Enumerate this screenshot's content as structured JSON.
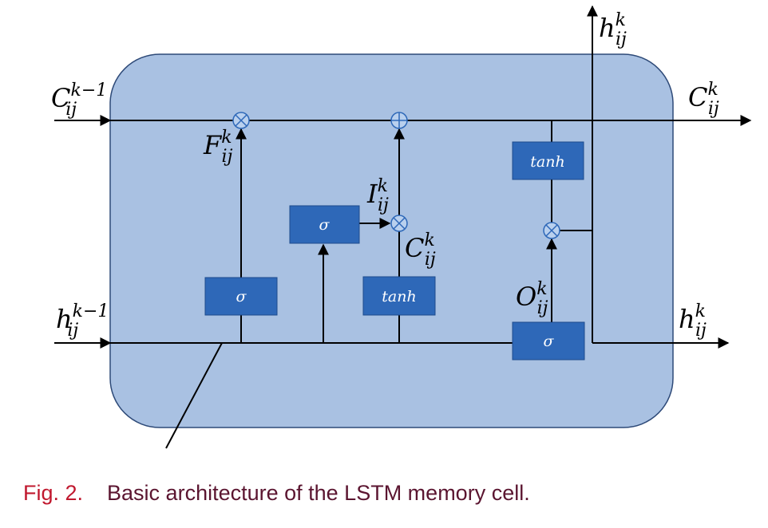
{
  "diagram": {
    "labels": {
      "c_prev": {
        "base": "C",
        "sup": "k−1",
        "sub": "ij"
      },
      "h_prev": {
        "base": "h",
        "sup": "k−1",
        "sub": "ij"
      },
      "c_out": {
        "base": "C",
        "sup": "k",
        "sub": "ij"
      },
      "h_out_top": {
        "base": "h",
        "sup": "k",
        "sub": "ij"
      },
      "h_out_right": {
        "base": "h",
        "sup": "k",
        "sub": "ij"
      },
      "forget": {
        "base": "F",
        "sup": "k",
        "sub": "ij"
      },
      "input": {
        "base": "I",
        "sup": "k",
        "sub": "ij"
      },
      "candidate": {
        "base": "C",
        "sup": "k",
        "sub": "ij"
      },
      "output": {
        "base": "O",
        "sup": "k",
        "sub": "ij"
      }
    },
    "gates": {
      "forget_sigma": "σ",
      "input_sigma": "σ",
      "candidate_tanh": "tanh",
      "output_sigma": "σ",
      "cell_tanh": "tanh"
    },
    "colors": {
      "cell_fill": "#a9c1e2",
      "cell_border": "#2e4a78",
      "gate_fill": "#2e68b8",
      "gate_border": "#1d4a8c",
      "operator_fill": "#b9d0ee",
      "operator_stroke": "#2e68b8"
    }
  },
  "caption": {
    "fig_number": "Fig. 2.",
    "text": "Basic architecture of the LSTM memory cell."
  }
}
